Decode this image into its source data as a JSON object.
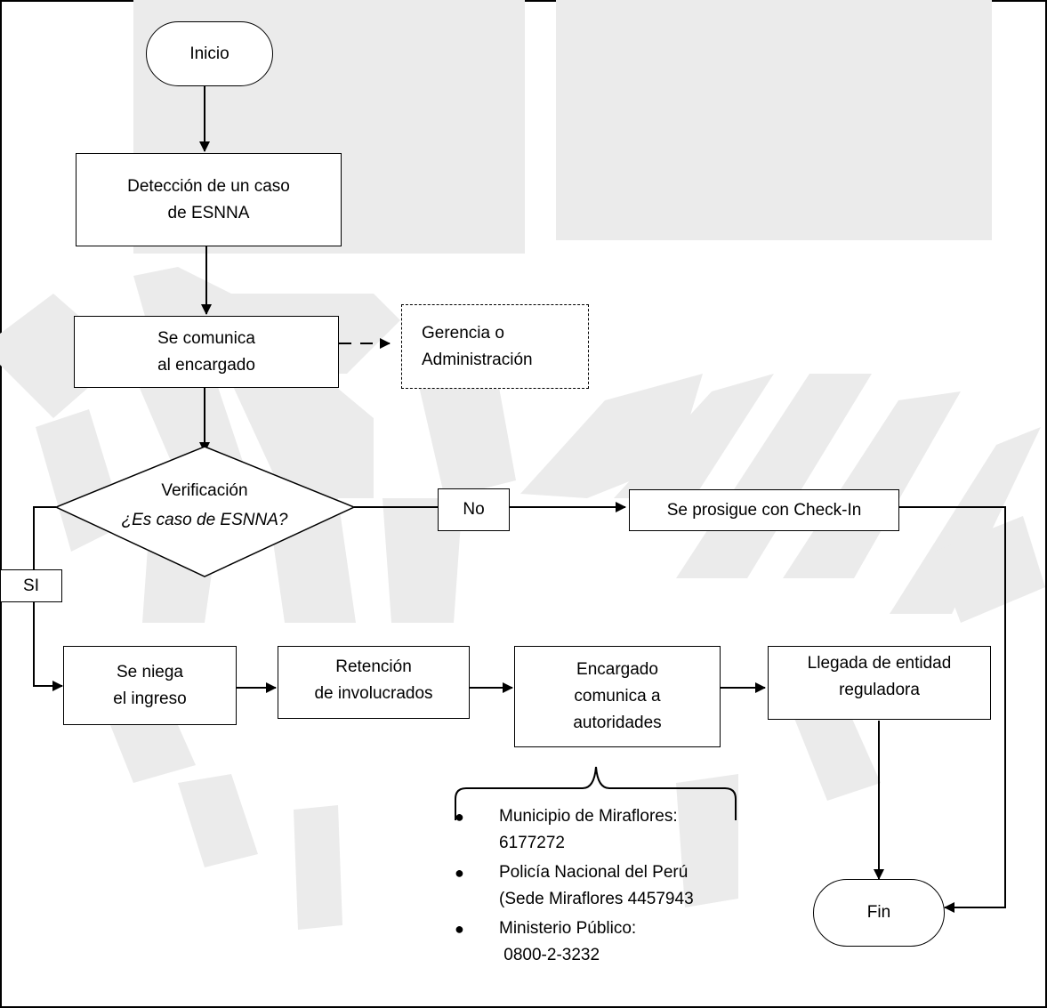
{
  "nodes": {
    "start": "Inicio",
    "detect": "Detección de un caso\nde ESNNA",
    "comunica": "Se comunica\nal encargado",
    "gerencia": "Gerencia o\nAdministración",
    "verif_title": "Verificación",
    "verif_question": "¿Es caso de ESNNA?",
    "no_label": "No",
    "si_label": "SI",
    "checkin": "Se prosigue con Check-In",
    "niega": "Se niega\nel ingreso",
    "retencion": "Retención\nde involucrados",
    "encargado": "Encargado\ncomunica  a\nautoridades",
    "llegada": "Llegada de entidad\nreguladora",
    "end": "Fin"
  },
  "contacts": [
    {
      "line1": "Municipio de Miraflores:",
      "line2": "6177272"
    },
    {
      "line1": "Policía Nacional del Perú",
      "line2": "(Sede Miraflores 4457943"
    },
    {
      "line1": "Ministerio Público:",
      "line2": " 0800-2-3232"
    }
  ],
  "colors": {
    "stroke": "#000000",
    "watermark": "#ebebeb"
  }
}
